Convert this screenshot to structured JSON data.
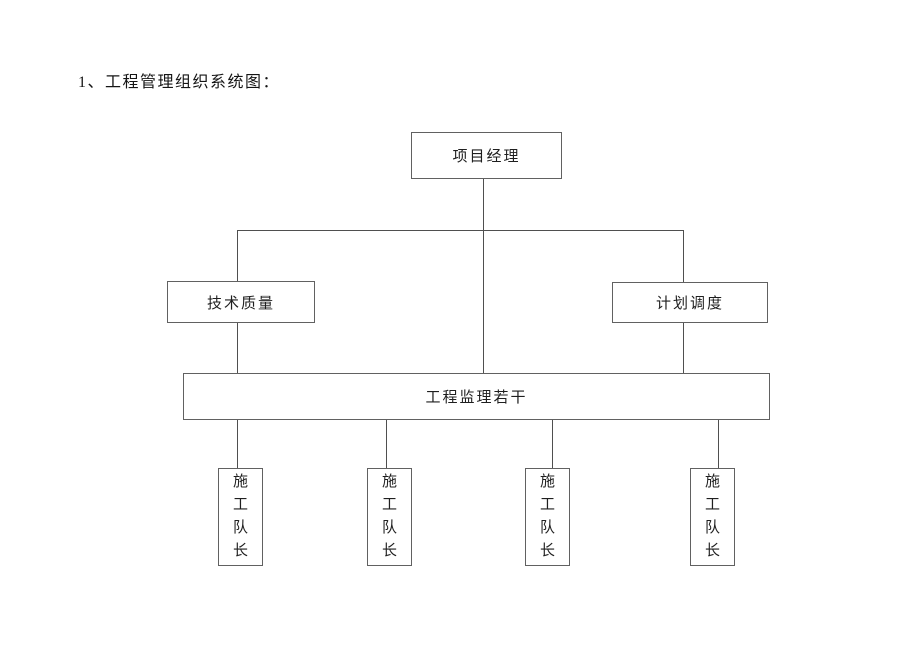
{
  "document": {
    "heading": "1、工程管理组织系统图："
  },
  "diagram": {
    "type": "org-chart",
    "nodes": {
      "root": "项目经理",
      "left_branch": "技术质量",
      "right_branch": "计划调度",
      "supervision": "工程监理若干",
      "leaves": [
        "施工队长",
        "施工队长",
        "施工队长",
        "施工队长"
      ]
    },
    "edges": [
      "项目经理 -> 技术质量",
      "项目经理 -> 计划调度",
      "项目经理 -> 工程监理若干",
      "技术质量 -> 工程监理若干",
      "计划调度 -> 工程监理若干",
      "工程监理若干 -> 施工队长 ×4"
    ],
    "colors": {
      "background": "#ffffff",
      "box_border": "#616161",
      "connector_line": "#4f4f4f",
      "text": "#1f1f1f"
    }
  }
}
